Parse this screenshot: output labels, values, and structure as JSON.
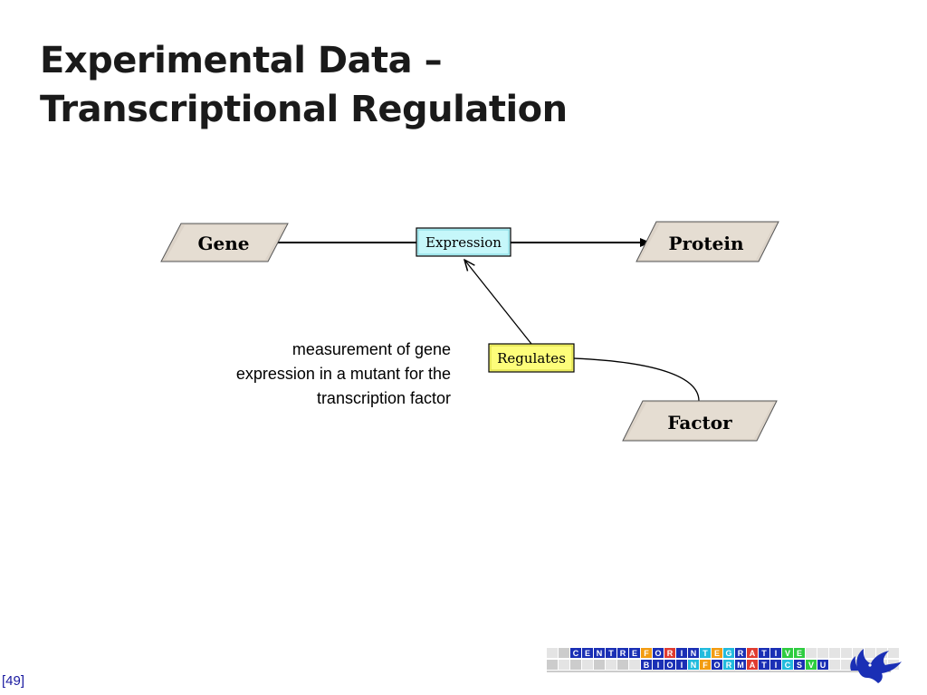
{
  "slide": {
    "title_line1": "Experimental Data –",
    "title_line2": "Transcriptional Regulation",
    "page_open": "[",
    "page_number": "49",
    "page_close": "]"
  },
  "diagram": {
    "nodes": {
      "gene": "Gene",
      "protein": "Protein",
      "factor": "Factor",
      "expression": "Expression",
      "regulates": "Regulates"
    },
    "caption_lines": [
      "measurement of gene",
      "expression in a mutant for the",
      "transcription factor"
    ]
  },
  "footer": {
    "row1": [
      "C",
      "E",
      "N",
      "T",
      "R",
      "E",
      "F",
      "O",
      "R",
      "I",
      "N",
      "T",
      "E",
      "G",
      "R",
      "A",
      "T",
      "I",
      "V",
      "E"
    ],
    "row2": [
      "B",
      "I",
      "O",
      "I",
      "N",
      "F",
      "O",
      "R",
      "M",
      "A",
      "T",
      "I",
      "C",
      "S",
      "V",
      "U"
    ]
  },
  "colors": {
    "parallelogram_fill": "#e5ddd2",
    "expression_fill": "#c6f7fa",
    "regulates_fill": "#fdfd7a",
    "logo_blue": "#1a2fb5",
    "logo_orange": "#f39c12",
    "logo_green": "#2ecc40",
    "logo_cyan": "#22bbdd",
    "logo_red": "#e03c31"
  }
}
